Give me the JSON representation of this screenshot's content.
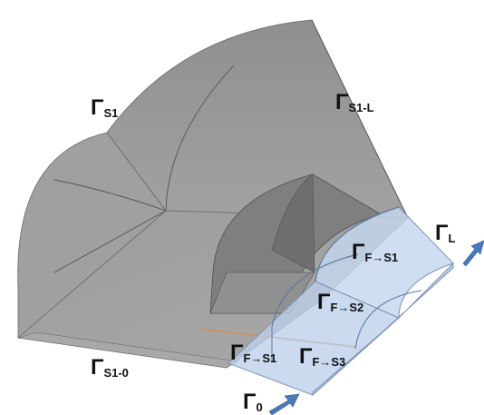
{
  "labels": {
    "s1": {
      "main": "Γ",
      "sub": "S1"
    },
    "s1_l": {
      "main": "Γ",
      "sub": "S1-L"
    },
    "s1_0": {
      "main": "Γ",
      "sub": "S1-0"
    },
    "l": {
      "main": "Γ",
      "sub": "L"
    },
    "zero": {
      "main": "Γ",
      "sub": "0"
    },
    "f_s1_top": {
      "main": "Γ",
      "sub": "F→S1"
    },
    "f_s2": {
      "main": "Γ",
      "sub": "F→S2"
    },
    "f_s1_bottom": {
      "main": "Γ",
      "sub": "F→S1"
    },
    "f_s3": {
      "main": "Γ",
      "sub": "F→S3"
    }
  },
  "colors": {
    "solid_face": "#a4a4a4",
    "solid_face_dark": "#8e8e8e",
    "fluid_face": "#c8d9ee",
    "fluid_edge": "#7e95b6",
    "arrow": "#4a7bb8"
  }
}
